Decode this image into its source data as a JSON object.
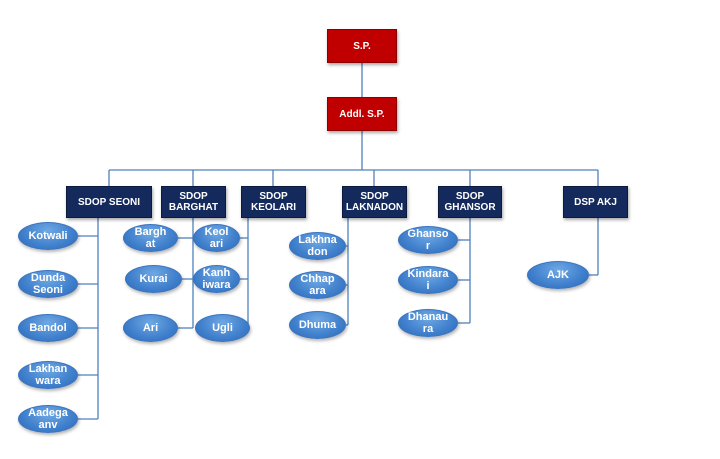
{
  "colors": {
    "top_box": "#c00000",
    "division_box": "#142a5c",
    "node_oval": "#4a8bd6",
    "connector": "#4f81bd"
  },
  "sp": {
    "label": "S.P."
  },
  "addl_sp": {
    "label": "Addl. S.P."
  },
  "divisions": [
    {
      "label": "SDOP SEONI",
      "stations": [
        "Kotwali",
        "Dunda Seoni",
        "Bandol",
        "Lakhanwara",
        "Aadegaanv"
      ]
    },
    {
      "label": "SDOP BARGHAT",
      "stations": [
        "Barghat",
        "Kurai",
        "Ari",
        "Keolari",
        "Kanhiwara",
        "Ugli"
      ]
    },
    {
      "label": "SDOP KEOLARI",
      "stations": []
    },
    {
      "label": "SDOP LAKNADON",
      "stations": [
        "Lakhnadon",
        "Chhapara",
        "Dhuma"
      ]
    },
    {
      "label": "SDOP GHANSOR",
      "stations": [
        "Ghansor",
        "Kindarai",
        "Dhanaura"
      ]
    },
    {
      "label": "DSP AKJ",
      "stations": [
        "AJK"
      ]
    }
  ]
}
